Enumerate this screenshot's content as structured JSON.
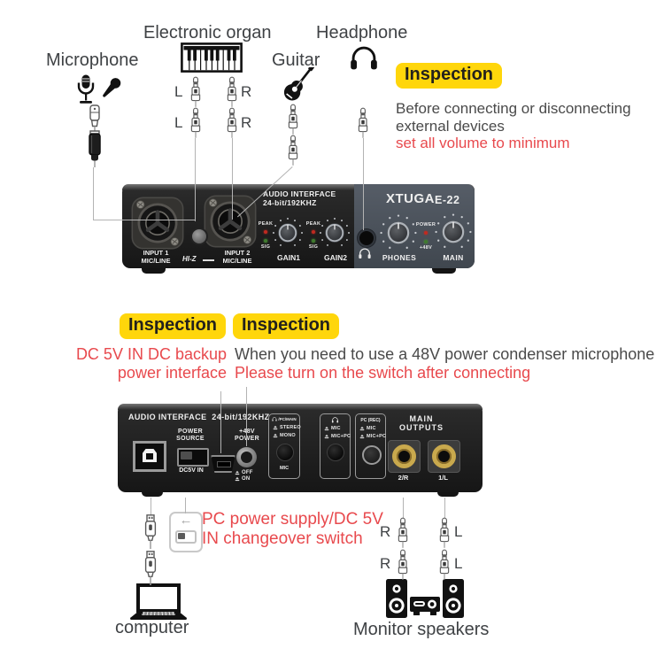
{
  "top_section": {
    "microphone_label": "Microphone",
    "organ_label": "Electronic organ",
    "guitar_label": "Guitar",
    "headphone_label": "Headphone",
    "organ_left_plug_labels": [
      "L",
      "L"
    ],
    "organ_right_plug_labels": [
      "R",
      "R"
    ]
  },
  "inspection_top": {
    "badge": "Inspection",
    "line1": "Before connecting or disconnecting",
    "line2": "external devices",
    "warning": "set all volume to minimum"
  },
  "front_panel": {
    "title_line1": "AUDIO INTERFACE",
    "title_line2": "24-bit/192KHZ",
    "brand": "XTUGA",
    "model": "E-22",
    "input1_line1": "INPUT 1",
    "input1_line2": "MIC/LINE",
    "hi_z": "HI-Z",
    "input2_line1": "INPUT 2",
    "input2_line2": "MIC/LINE",
    "peak": "PEAK",
    "sig": "SIG",
    "gain1": "GAIN1",
    "gain2": "GAIN2",
    "phones": "PHONES",
    "power": "POWER",
    "plus48v": "+48V",
    "main": "MAIN"
  },
  "inspection_backup": {
    "badge": "Inspection",
    "warning_line1": "DC 5V IN DC backup",
    "warning_line2": "power interface"
  },
  "inspection_48v": {
    "badge": "Inspection",
    "line1": "When you need to use a 48V power condenser microphone",
    "warning": "Please turn on the switch after connecting"
  },
  "back_panel": {
    "title": "AUDIO INTERFACE  24-bit/192KHZ",
    "power_source_line1": "POWER",
    "power_source_line2": "SOURCE",
    "dc5v_in": "DC5V IN",
    "p48_line1": "+48V",
    "p48_line2": "POWER",
    "off": "OFF",
    "on": "ON",
    "switch1": {
      "header": "/PC/MAIN",
      "option1": "STEREO",
      "option2": "MONO",
      "footer": "MIC"
    },
    "switch2": {
      "option1": "MIC",
      "option2": "MIC+PC"
    },
    "switch3": {
      "header": "PC (REC)",
      "option1": "MIC",
      "option2": "MIC+PC"
    },
    "main_outputs_line1": "MAIN",
    "main_outputs_line2": "OUTPUTS",
    "jack_right": "2/R",
    "jack_left": "1/L"
  },
  "bottom_section": {
    "changeover_line1": "PC power supply/DC 5V",
    "changeover_line2": "IN changeover switch",
    "computer_label": "computer",
    "speakers_label": "Monitor speakers",
    "right_plug_labels": [
      "R",
      "R"
    ],
    "left_plug_labels": [
      "L",
      "L"
    ]
  }
}
